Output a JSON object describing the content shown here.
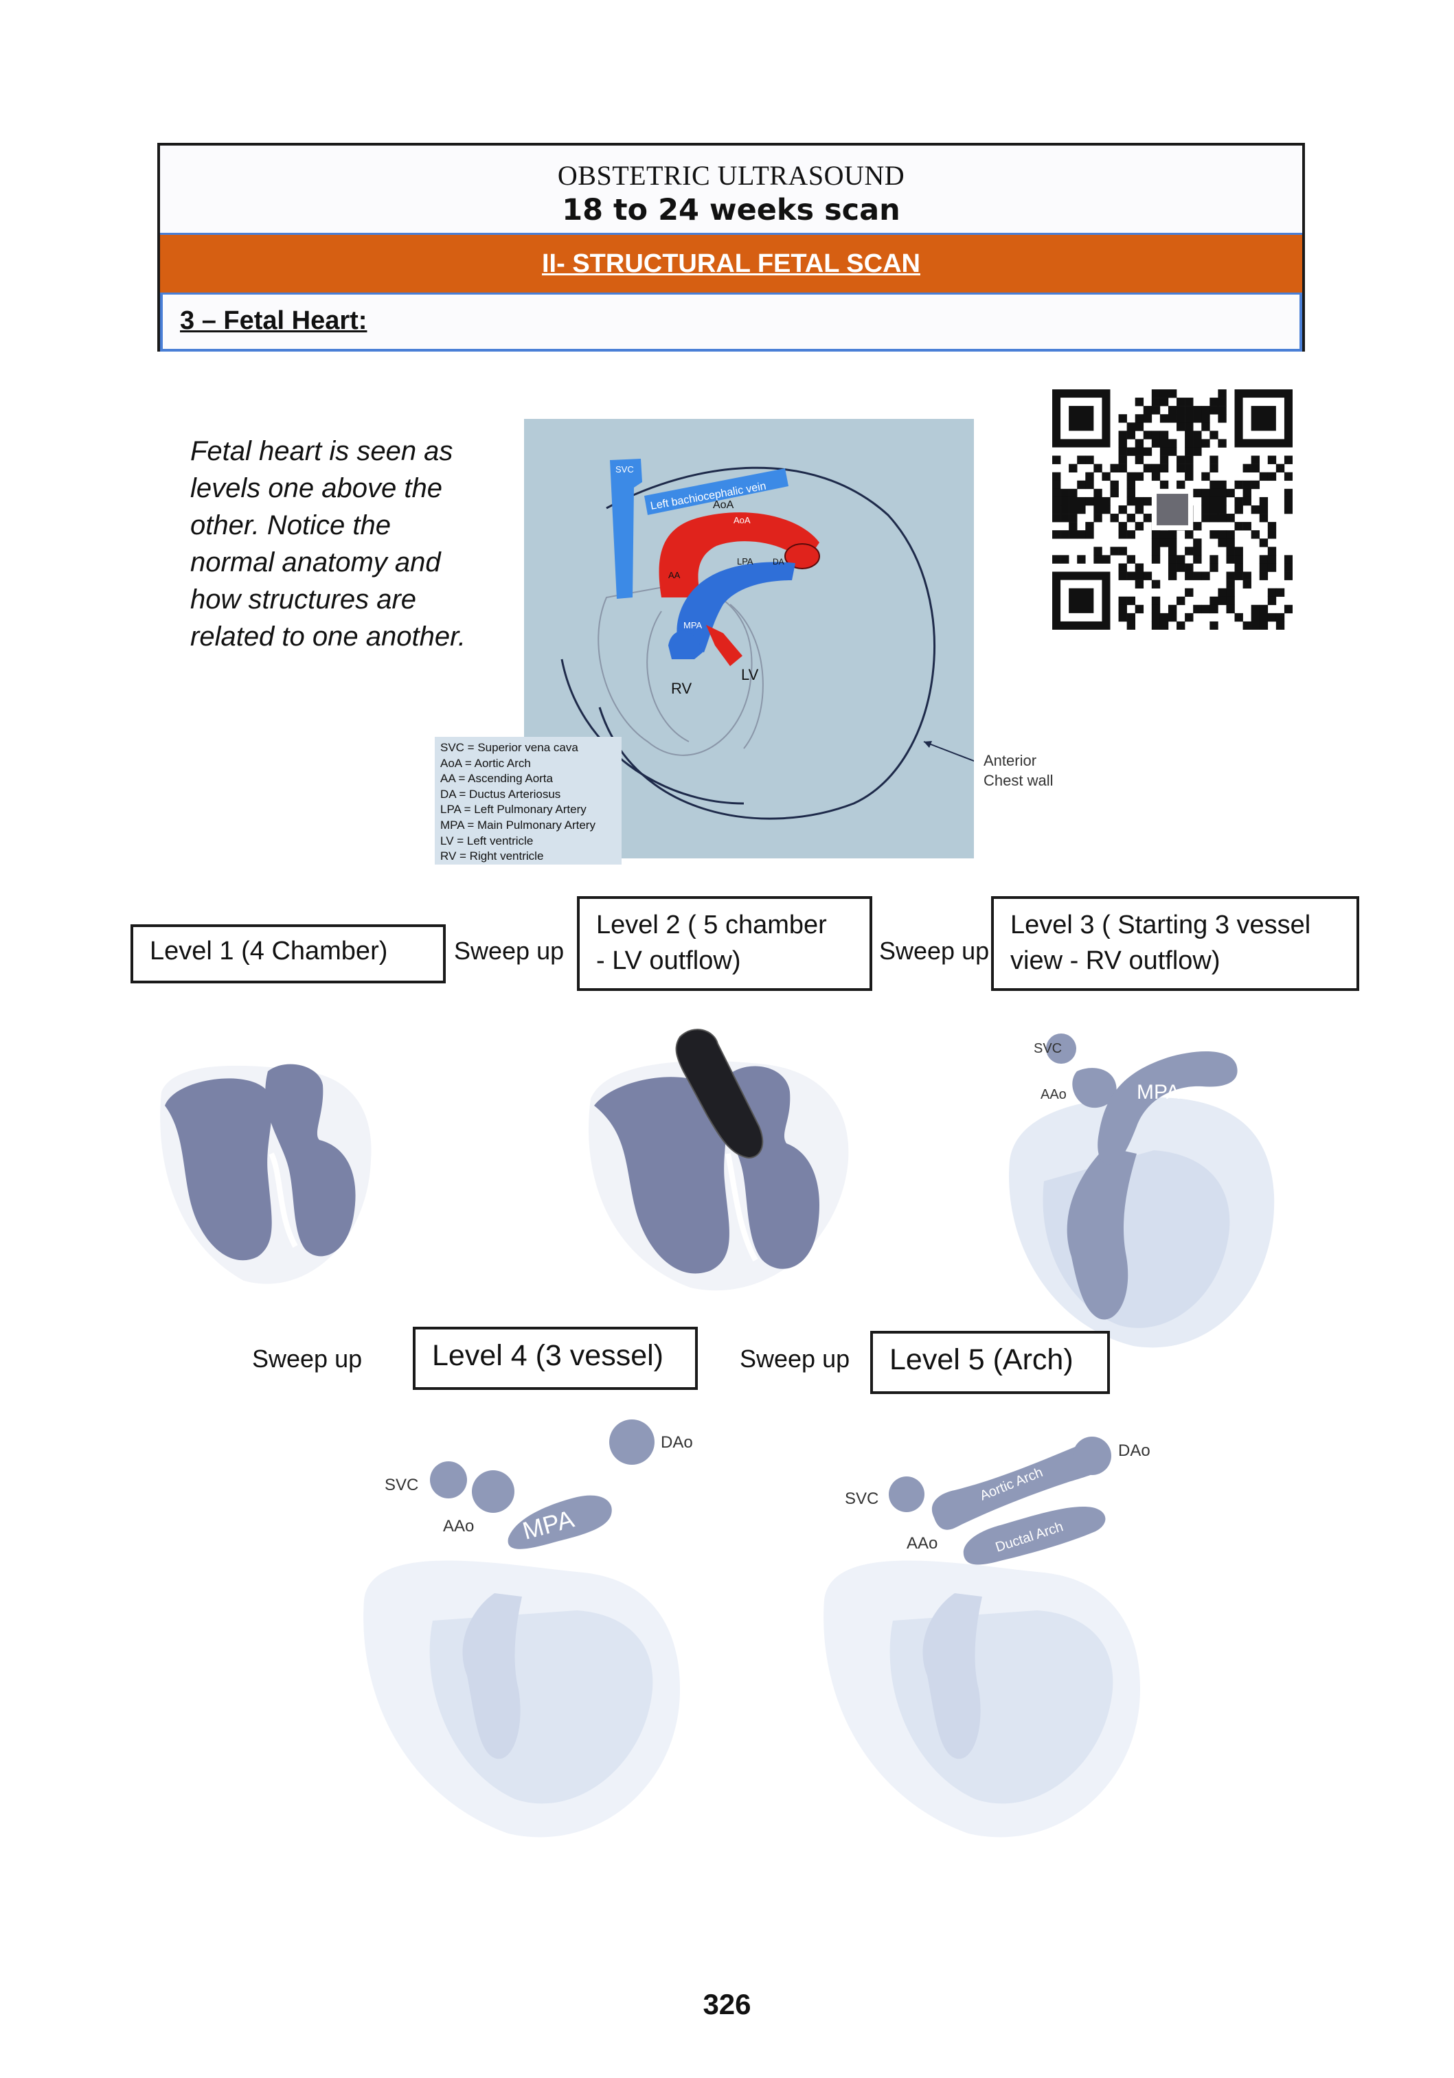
{
  "header": {
    "line1": "OBSTETRIC ULTRASOUND",
    "line2": "18 to 24 weeks scan",
    "band": "II- STRUCTURAL FETAL SCAN",
    "section": "3 – Fetal Heart:"
  },
  "intro": {
    "lines": [
      "Fetal heart is seen as",
      "levels one above the",
      "other. Notice the",
      "normal anatomy and",
      "how structures are",
      "related to one another."
    ]
  },
  "diagram": {
    "labels": {
      "svc": "SVC",
      "left_vein": "Left bachiocephalic vein",
      "aoa_top": "AoA",
      "aoa_inner": "AoA",
      "aa": "AA",
      "lpa": "LPA",
      "da": "DA",
      "mpa": "MPA",
      "rv": "RV",
      "lv": "LV"
    },
    "legend": [
      "SVC = Superior vena cava",
      "AoA = Aortic Arch",
      "AA = Ascending Aorta",
      "DA = Ductus Arteriosus",
      "LPA = Left Pulmonary Artery",
      "MPA = Main Pulmonary Artery",
      "LV = Left ventricle",
      "RV = Right ventricle"
    ],
    "anterior": [
      "Anterior",
      "Chest wall"
    ]
  },
  "levels": {
    "level1": "Level 1 (4 Chamber)",
    "level2": [
      "Level 2 ( 5 chamber",
      "- LV outflow)"
    ],
    "level3": [
      "Level 3 ( Starting 3 vessel",
      "view - RV outflow)"
    ],
    "level4": "Level 4 (3 vessel)",
    "level5": "Level 5 (Arch)",
    "sweep": "Sweep up"
  },
  "figures": {
    "l3": {
      "svc": "SVC",
      "aao": "AAo",
      "mpa": "MPA"
    },
    "l4": {
      "svc": "SVC",
      "aao": "AAo",
      "mpa": "MPA",
      "dao": "DAo"
    },
    "l5": {
      "svc": "SVC",
      "aao": "AAo",
      "dao": "DAo",
      "aortic_arch": "Aortic Arch",
      "ductal_arch": "Ductal Arch"
    }
  },
  "page_number": "326",
  "colors": {
    "band": "#d65f12",
    "band_border": "#4a7fd6",
    "heart_fill": "#7a82a6",
    "vessel_blue": "#2f6fd8",
    "vessel_red": "#e0231c",
    "pale_heart": "#dfe6f3"
  }
}
